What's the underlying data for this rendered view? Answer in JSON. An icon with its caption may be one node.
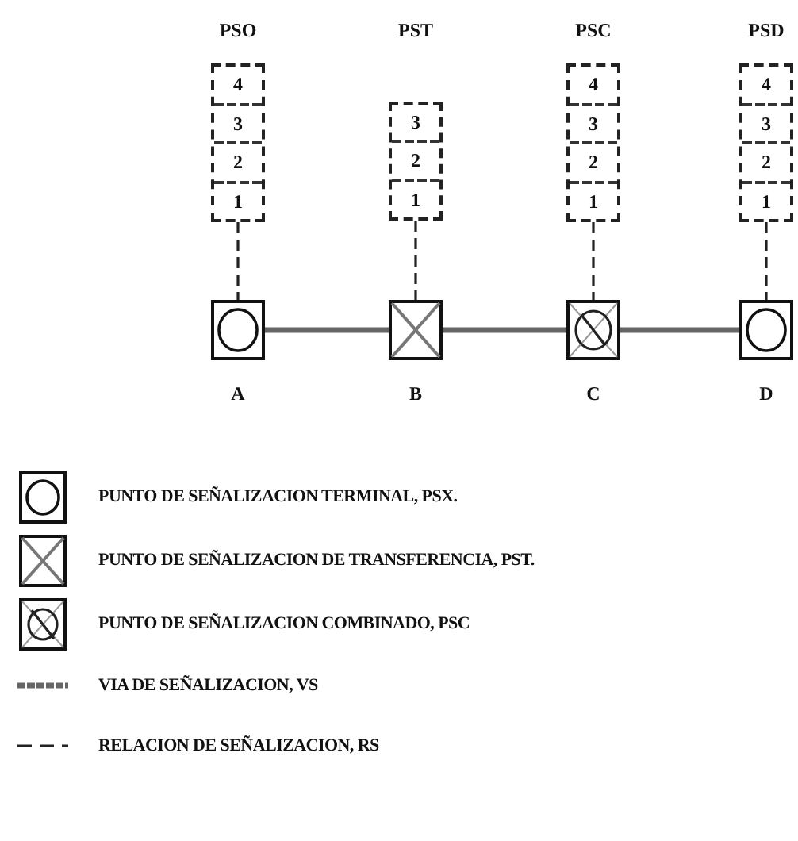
{
  "diagram": {
    "nodes": [
      {
        "text": [
          "PSO"
        ]
      },
      {
        "text": [
          "4"
        ],
        "in": 0
      },
      {
        "text": [
          "3"
        ],
        "in": 0
      },
      {
        "text": [
          "2"
        ],
        "in": 0
      },
      {
        "text": [
          "1"
        ],
        "in": 0
      },
      {
        "text": [
          "PST"
        ]
      },
      {
        "text": [
          "3"
        ],
        "in": 5
      },
      {
        "text": [
          "2"
        ],
        "in": 5
      },
      {
        "text": [
          "1"
        ],
        "in": 5
      },
      {
        "text": [
          "PSC"
        ]
      },
      {
        "text": [
          "4"
        ],
        "in": 9
      },
      {
        "text": [
          "3"
        ],
        "in": 9
      },
      {
        "text": [
          "2"
        ],
        "in": 9
      },
      {
        "text": [
          "1"
        ],
        "in": 9
      },
      {
        "text": [
          "PSD"
        ]
      },
      {
        "text": [
          "4"
        ],
        "in": 14
      },
      {
        "text": [
          "3"
        ],
        "in": 14
      },
      {
        "text": [
          "2"
        ],
        "in": 14
      },
      {
        "text": [
          "1"
        ],
        "in": 14
      },
      {
        "text": [],
        "shape": "box",
        "beside": [
          "A"
        ]
      },
      {
        "text": [],
        "shape": "crossed-box",
        "beside": [
          "B"
        ]
      },
      {
        "text": [],
        "shape": "combined-box",
        "beside": [
          "C"
        ]
      },
      {
        "text": [],
        "shape": "box",
        "beside": [
          "D"
        ]
      }
    ],
    "edges": [
      {
        "from": 0,
        "to": 19,
        "arrow": "none",
        "style": "dashed"
      },
      {
        "from": 5,
        "to": 20,
        "arrow": "none",
        "style": "dashed"
      },
      {
        "from": 9,
        "to": 21,
        "arrow": "none",
        "style": "dashed"
      },
      {
        "from": 14,
        "to": 22,
        "arrow": "none",
        "style": "dashed"
      },
      {
        "from": 19,
        "to": 20,
        "arrow": "none",
        "style": "thick"
      },
      {
        "from": 20,
        "to": 21,
        "arrow": "none",
        "style": "thick"
      },
      {
        "from": 21,
        "to": 22,
        "arrow": "none",
        "style": "thick"
      }
    ],
    "legend": [
      {
        "text": "PUNTO DE SEÑALIZACION TERMINAL, PSX."
      },
      {
        "text": "PUNTO DE SEÑALIZACION DE TRANSFERENCIA, PST."
      },
      {
        "text": "PUNTO DE SEÑALIZACION COMBINADO, PSC"
      },
      {
        "text": "VIA DE SEÑALIZACION, VS"
      },
      {
        "text": "RELACION DE SEÑALIZACION, RS"
      }
    ]
  }
}
